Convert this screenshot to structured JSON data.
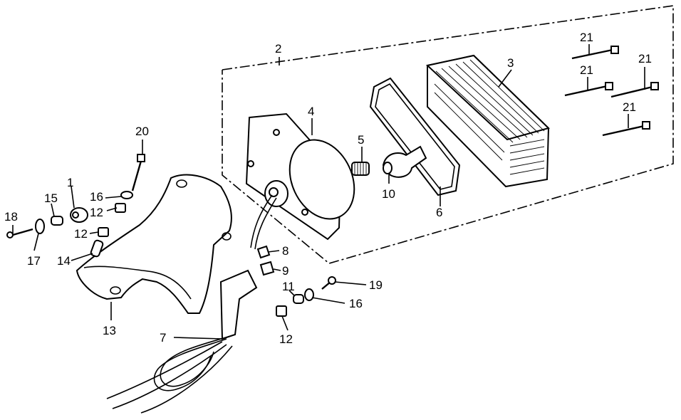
{
  "callouts": {
    "c1": "1",
    "c2": "2",
    "c3": "3",
    "c4": "4",
    "c5": "5",
    "c6": "6",
    "c7": "7",
    "c8": "8",
    "c9": "9",
    "c10": "10",
    "c11": "11",
    "c12a": "12",
    "c12b": "12",
    "c12c": "12",
    "c13": "13",
    "c14": "14",
    "c15": "15",
    "c16a": "16",
    "c16b": "16",
    "c17": "17",
    "c18": "18",
    "c19": "19",
    "c20": "20",
    "c21a": "21",
    "c21b": "21",
    "c21c": "21",
    "c21d": "21"
  }
}
